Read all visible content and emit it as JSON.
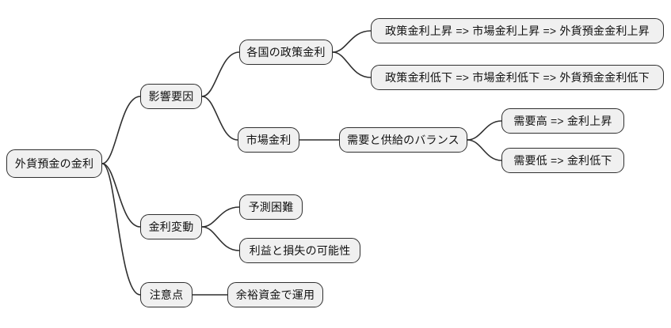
{
  "diagram": {
    "kind": "mindmap",
    "direction": "left-to-right",
    "background_color": "#ffffff",
    "node_fill_color": "#f0f0f0",
    "node_border_color": "#2f2f2f",
    "edge_color": "#2f2f2f",
    "text_color": "#111111"
  },
  "mindmap": {
    "root": {
      "label": "外貨預金の金利",
      "children": [
        {
          "label": "影響要因",
          "children": [
            {
              "label": "各国の政策金利",
              "children": [
                {
                  "label": "政策金利上昇 => 市場金利上昇 => 外貨預金金利上昇",
                  "children": []
                },
                {
                  "label": "政策金利低下 => 市場金利低下 => 外貨預金金利低下",
                  "children": []
                }
              ]
            },
            {
              "label": "市場金利",
              "children": [
                {
                  "label": "需要と供給のバランス",
                  "children": [
                    {
                      "label": "需要高 => 金利上昇",
                      "children": []
                    },
                    {
                      "label": "需要低 => 金利低下",
                      "children": []
                    }
                  ]
                }
              ]
            }
          ]
        },
        {
          "label": "金利変動",
          "children": [
            {
              "label": "予測困難",
              "children": []
            },
            {
              "label": "利益と損失の可能性",
              "children": []
            }
          ]
        },
        {
          "label": "注意点",
          "children": [
            {
              "label": "余裕資金で運用",
              "children": []
            }
          ]
        }
      ]
    }
  }
}
